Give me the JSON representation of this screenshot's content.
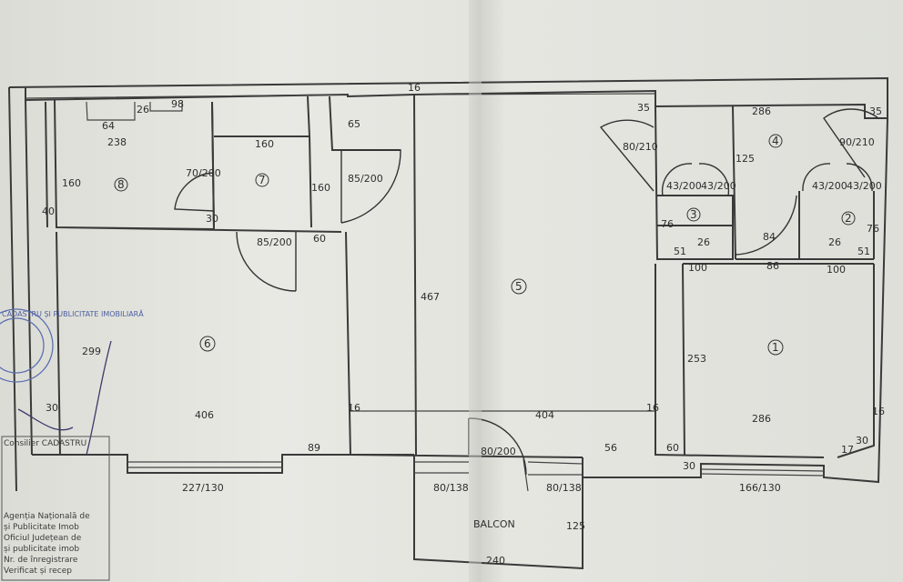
{
  "rooms": [
    {
      "id": "1",
      "label": "1"
    },
    {
      "id": "2",
      "label": "2"
    },
    {
      "id": "3",
      "label": "3"
    },
    {
      "id": "4",
      "label": "4"
    },
    {
      "id": "5",
      "label": "5"
    },
    {
      "id": "6",
      "label": "6"
    },
    {
      "id": "7",
      "label": "7"
    },
    {
      "id": "8",
      "label": "8"
    }
  ],
  "balcony_label": "BALCON",
  "dimensions": {
    "d16_top": "16",
    "d35_left": "35",
    "d35_right": "35",
    "d286_top": "286",
    "d125": "125",
    "d90_210": "90/210",
    "d80_210": "80/210",
    "d43_200_a": "43/200",
    "d43_200_b": "43/200",
    "d43_200_c": "43/200",
    "d43_200_d": "43/200",
    "d76_a": "76",
    "d76_b": "76",
    "d51_a": "51",
    "d51_b": "51",
    "d26_a": "26",
    "d26_b": "26",
    "d84": "84",
    "d86": "86",
    "d100_a": "100",
    "d100_b": "100",
    "d253": "253",
    "d286_bottom": "286",
    "d16_right": "16",
    "d30_corner": "30",
    "d17": "17",
    "d30_bottom": "30",
    "d166_130": "166/130",
    "d60_right": "60",
    "d56": "56",
    "d404": "404",
    "d16_mid": "16",
    "d80_138_a": "80/138",
    "d80_138_b": "80/138",
    "d80_200_balcony": "80/200",
    "d125_balcony": "125",
    "d240": "240",
    "d467": "467",
    "d65": "65",
    "d85_200_a": "85/200",
    "d85_200_b": "85/200",
    "d160_a": "160",
    "d160_b": "160",
    "d160_c": "160",
    "d70_200": "70/200",
    "d30_a": "30",
    "d60_mid": "60",
    "d238": "238",
    "d64": "64",
    "d26_c": "26",
    "d98": "98",
    "d40": "40",
    "d299": "299",
    "d406": "406",
    "d30_left": "30",
    "d16_left": "16",
    "d89": "89",
    "d227_130": "227/130"
  },
  "left_notes": [
    "Agenția Națională de",
    "și Publicitate Imob",
    "Oficiul Județean de",
    "și publicitate imob",
    "Nr. de înregistrare",
    "Verificat și recep",
    "Consilier CADASTRU"
  ],
  "stamp_text": "CADASTRU ȘI PUBLICITATE IMOBILIARĂ"
}
